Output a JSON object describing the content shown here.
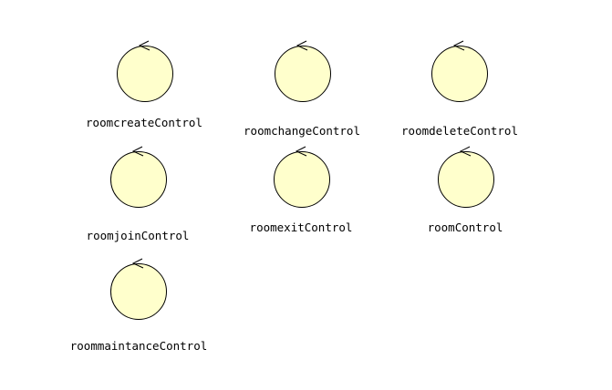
{
  "diagram": {
    "element_type": "control-class",
    "fill_color": "#FFFFCC",
    "stroke_color": "#000000",
    "icon": "control-circle-icon",
    "elements": [
      {
        "id": "roomcreate",
        "label": "roomcreateControl"
      },
      {
        "id": "roomchange",
        "label": "roomchangeControl"
      },
      {
        "id": "roomdelete",
        "label": "roomdeleteControl"
      },
      {
        "id": "roomjoin",
        "label": "roomjoinControl"
      },
      {
        "id": "roomexit",
        "label": "roomexitControl"
      },
      {
        "id": "room",
        "label": "roomControl"
      },
      {
        "id": "roommaintance",
        "label": "roommaintanceControl"
      }
    ]
  }
}
